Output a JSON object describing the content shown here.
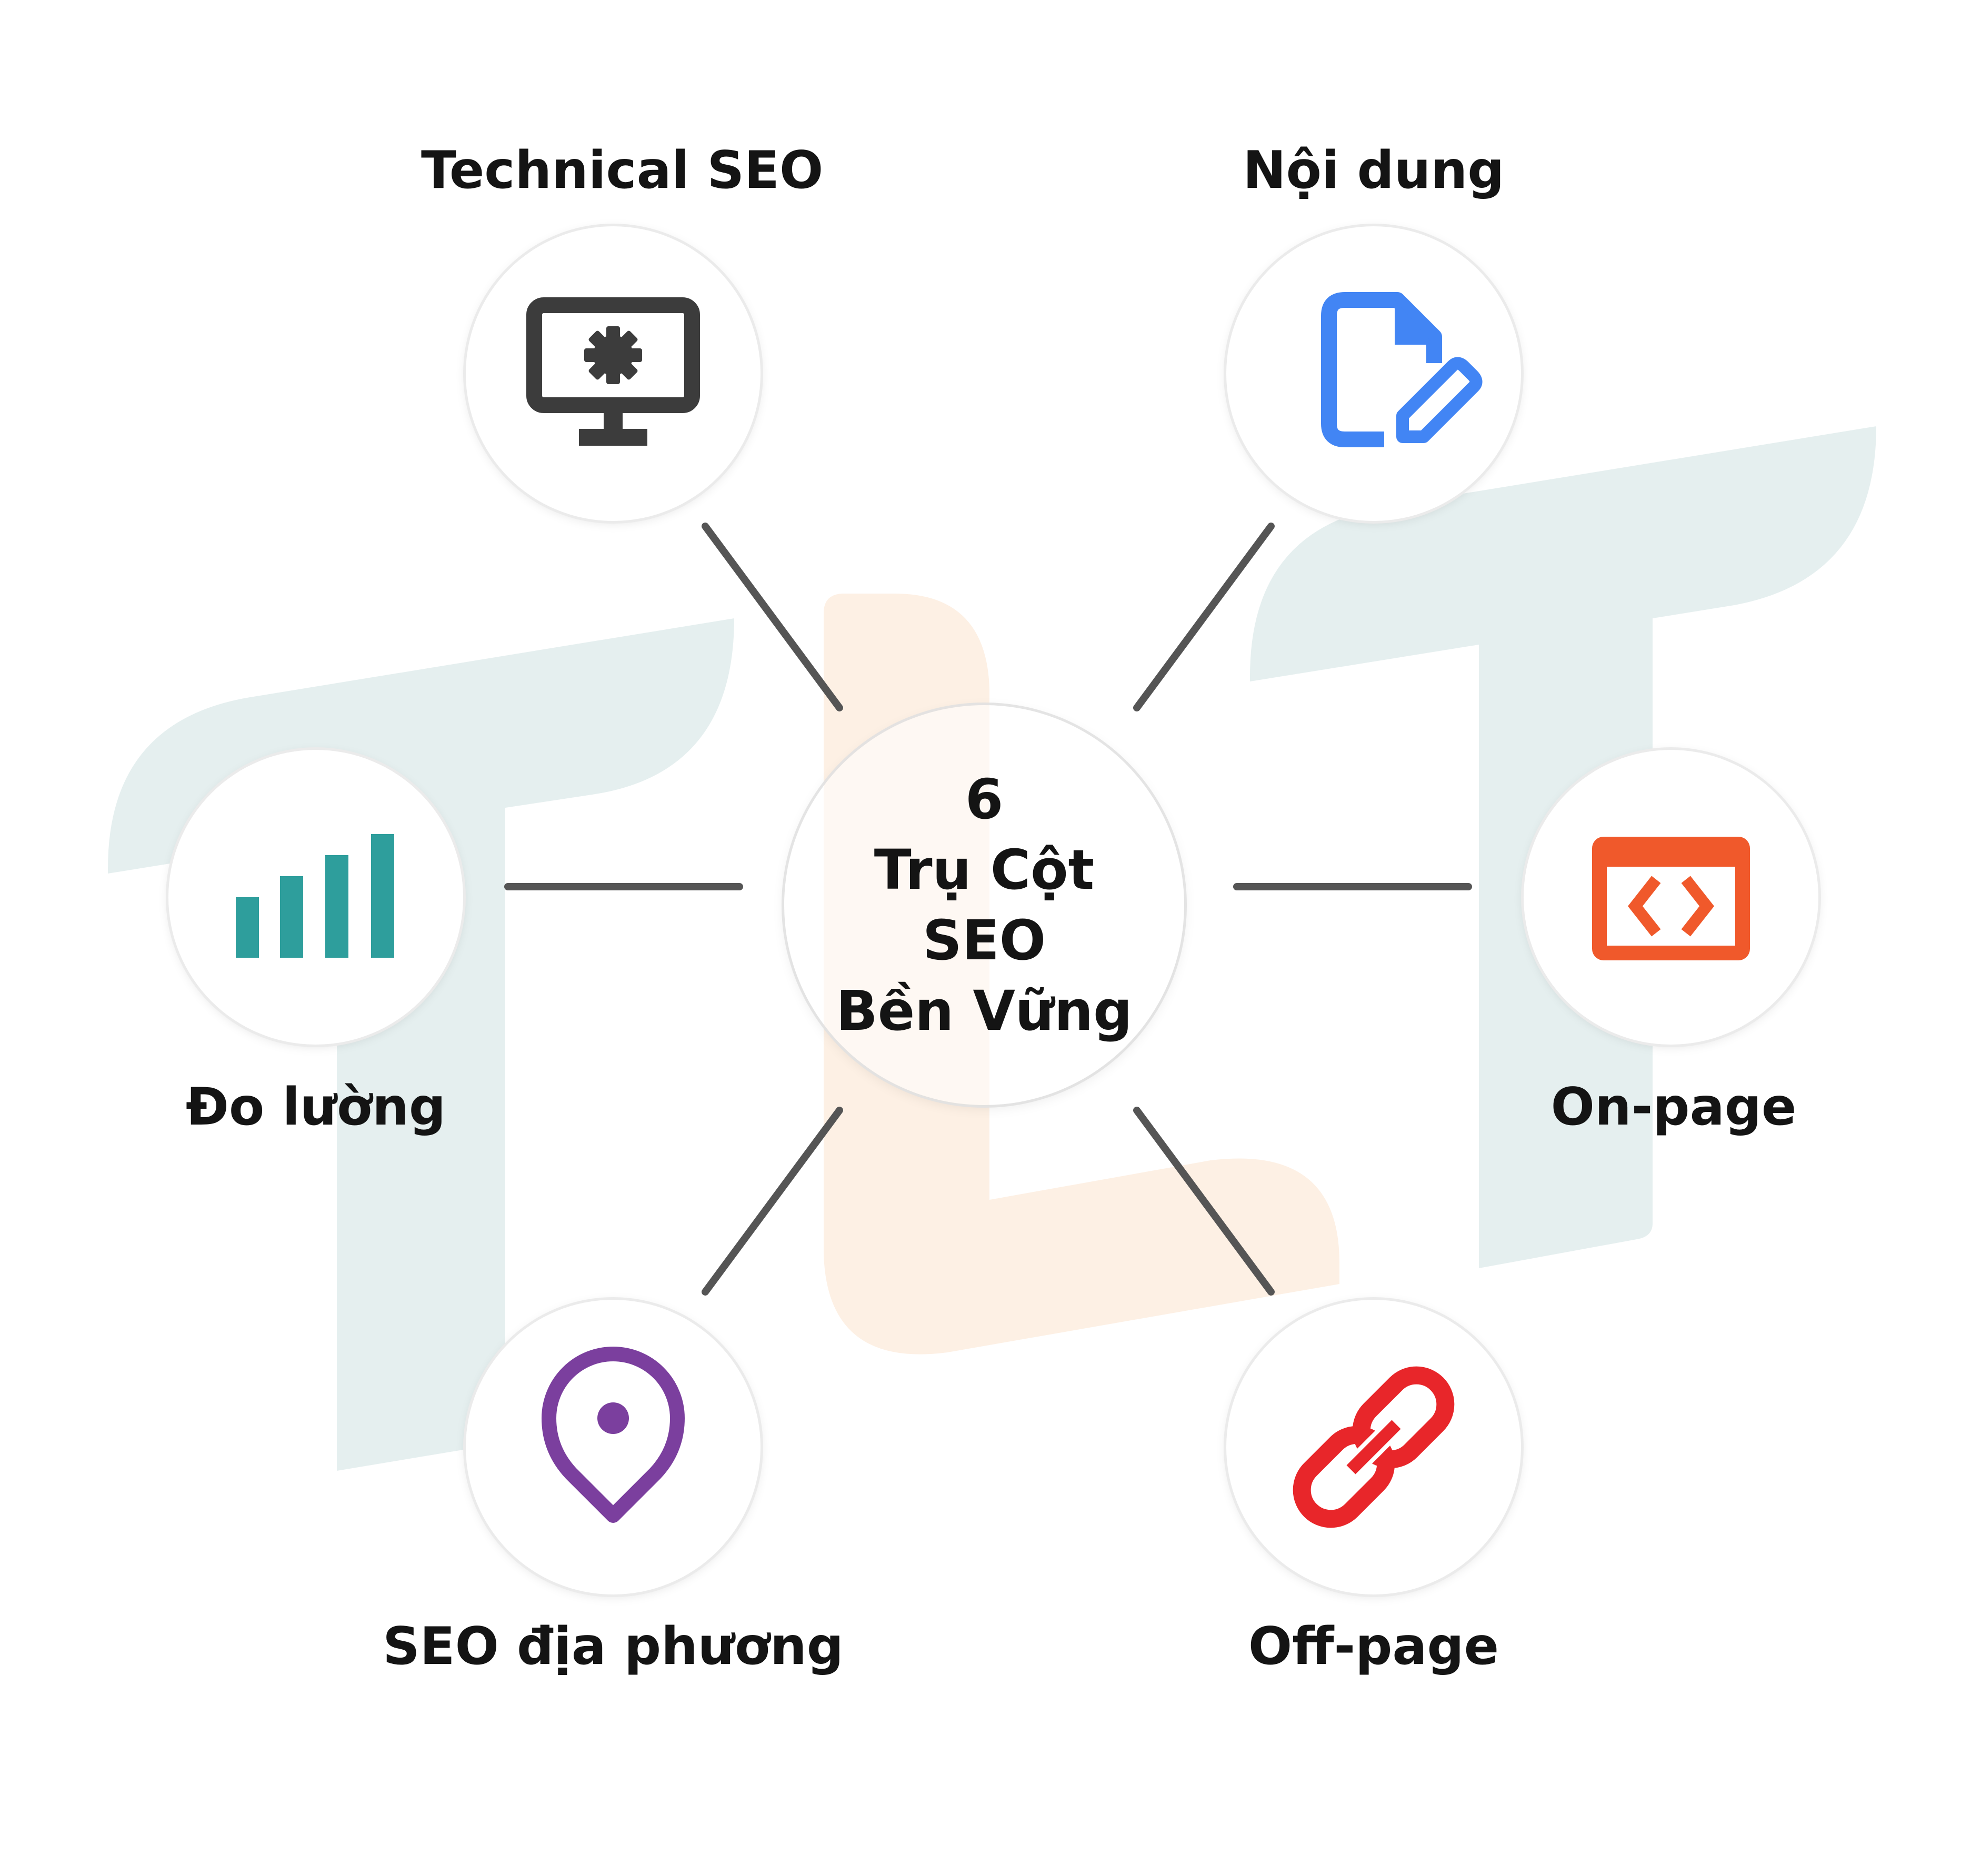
{
  "center": {
    "lines": [
      "6",
      "Trụ Cột",
      "SEO",
      "Bền Vững"
    ]
  },
  "pillars": [
    {
      "key": "technical",
      "label": "Technical SEO",
      "icon": "monitor-gear-icon",
      "color": "#3c3c3c"
    },
    {
      "key": "content",
      "label": "Nội dung",
      "icon": "document-edit-icon",
      "color": "#4285f4"
    },
    {
      "key": "measurement",
      "label": "Đo lường",
      "icon": "bar-chart-icon",
      "color": "#2e9e9c"
    },
    {
      "key": "onpage",
      "label": "On-page",
      "icon": "code-window-icon",
      "color": "#f0592b"
    },
    {
      "key": "local",
      "label": "SEO địa phương",
      "icon": "location-pin-icon",
      "color": "#7b3f9e"
    },
    {
      "key": "offpage",
      "label": "Off-page",
      "icon": "link-icon",
      "color": "#e8262a"
    }
  ],
  "colors": {
    "connector": "#555555",
    "watermark_t": "#e5efef",
    "watermark_l": "#fdf0e4"
  }
}
